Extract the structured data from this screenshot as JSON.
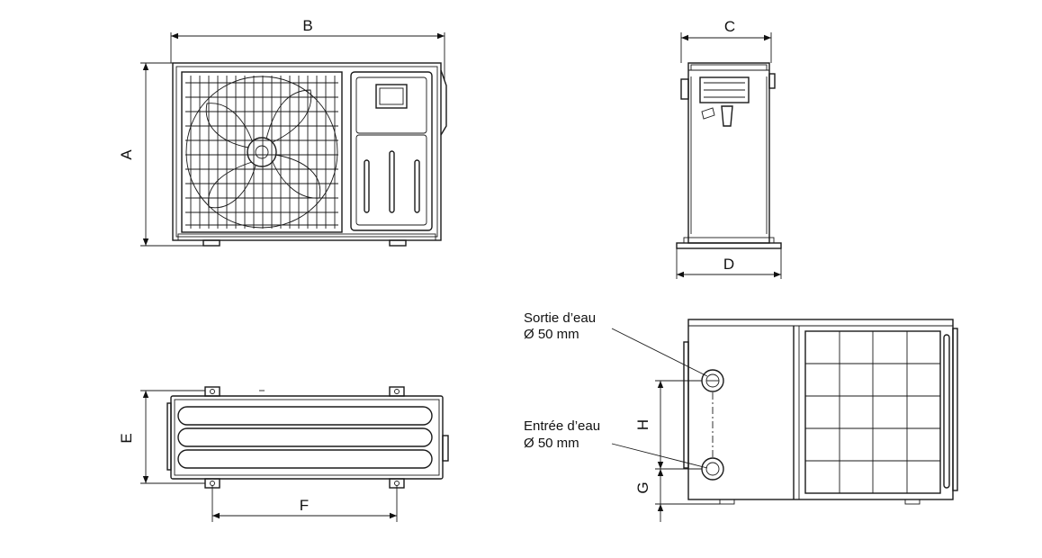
{
  "dimensions": {
    "A": "A",
    "B": "B",
    "C": "C",
    "D": "D",
    "E": "E",
    "F": "F",
    "G": "G",
    "H": "H"
  },
  "annotations": {
    "outlet_line1": "Sortie d’eau",
    "outlet_line2": "Ø 50 mm",
    "inlet_line1": "Entrée d’eau",
    "inlet_line2": "Ø 50 mm"
  }
}
